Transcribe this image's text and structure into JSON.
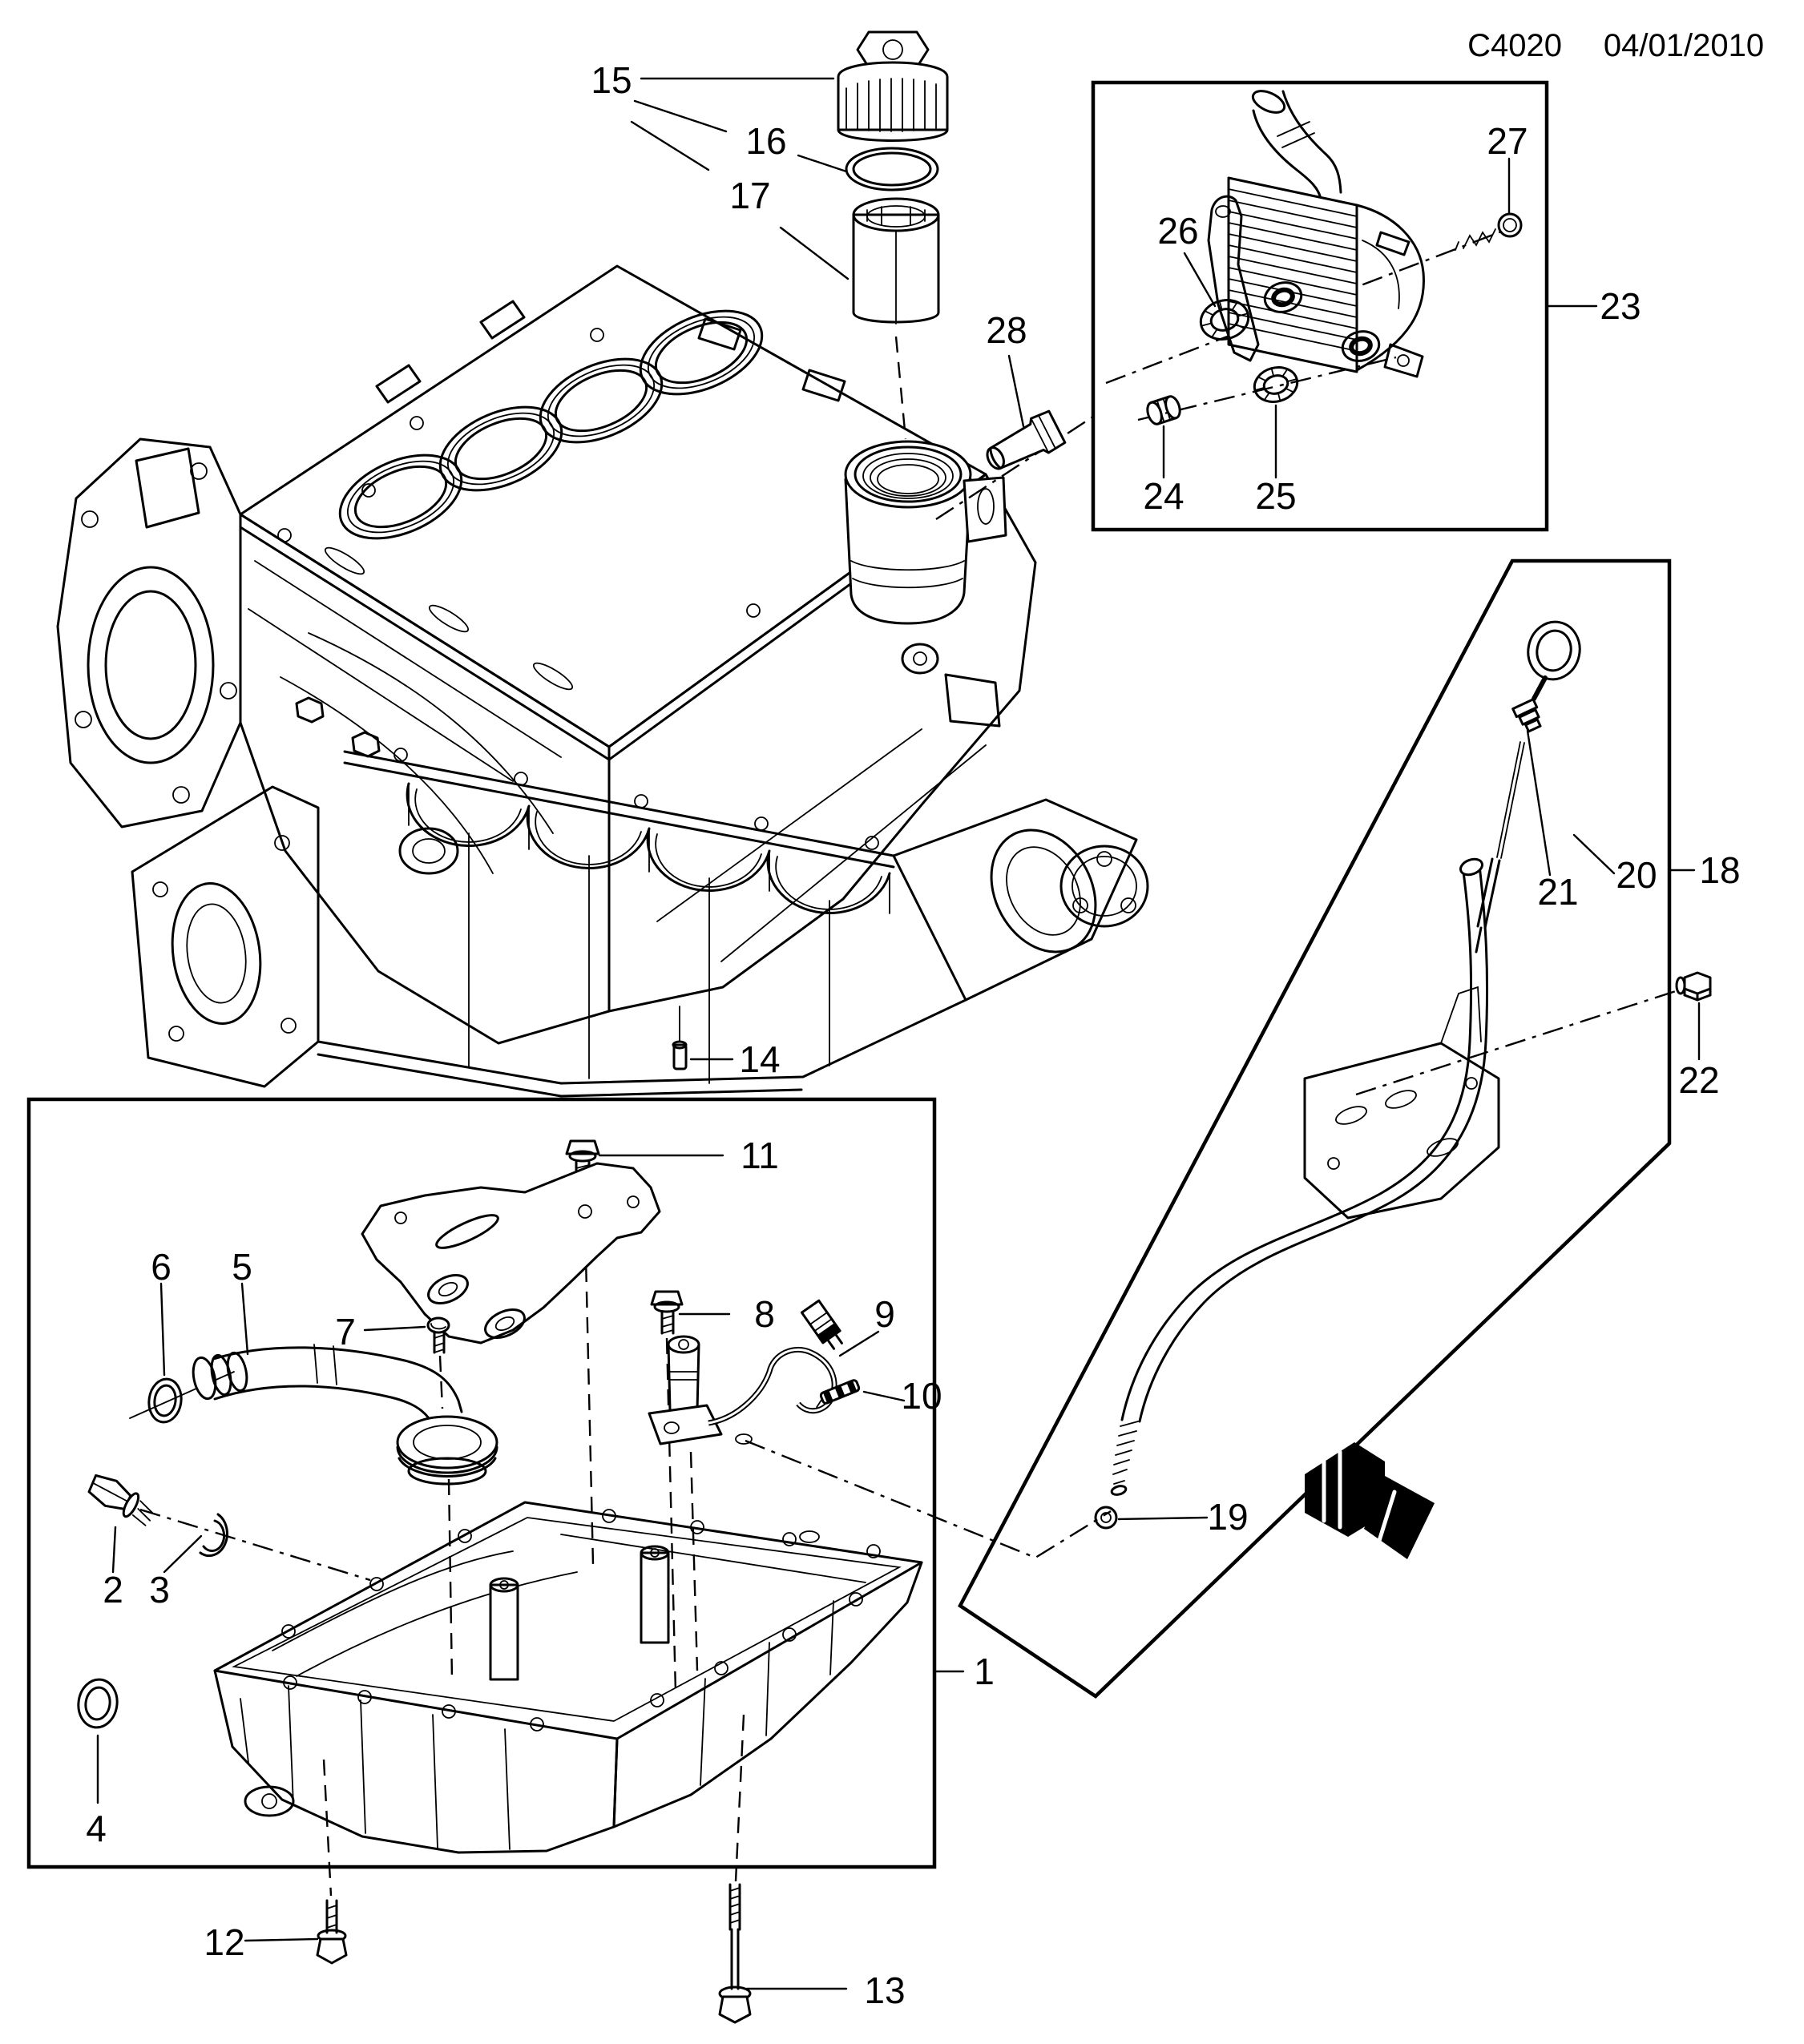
{
  "header": {
    "code": "C4020",
    "date": "04/01/2010"
  },
  "callouts": {
    "c1": "1",
    "c2": "2",
    "c3": "3",
    "c4": "4",
    "c5": "5",
    "c6": "6",
    "c7": "7",
    "c8": "8",
    "c9": "9",
    "c10": "10",
    "c11": "11",
    "c12": "12",
    "c13": "13",
    "c14": "14",
    "c15": "15",
    "c16": "16",
    "c17": "17",
    "c18": "18",
    "c19": "19",
    "c20": "20",
    "c21": "21",
    "c22": "22",
    "c23": "23",
    "c24": "24",
    "c25": "25",
    "c26": "26",
    "c27": "27",
    "c28": "28"
  }
}
